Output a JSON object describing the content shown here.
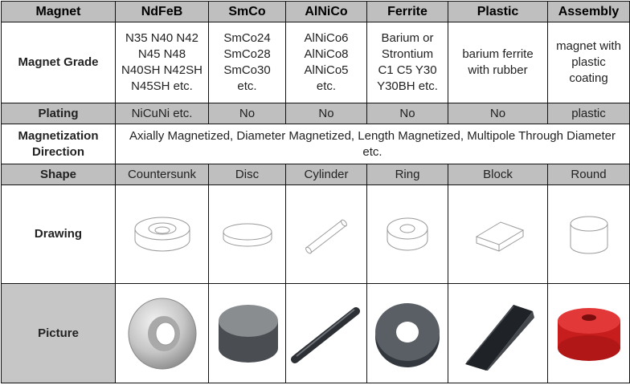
{
  "header": [
    "Magnet",
    "NdFeB",
    "SmCo",
    "AlNiCo",
    "Ferrite",
    "Plastic",
    "Assembly"
  ],
  "grade": {
    "label": "Magnet Grade",
    "cells": [
      [
        "N35 N40 N42",
        "N45 N48",
        "N40SH N42SH",
        "N45SH etc."
      ],
      [
        "SmCo24",
        "SmCo28",
        "SmCo30",
        "etc."
      ],
      [
        "AlNiCo6",
        "AlNiCo8",
        "AlNiCo5",
        "etc."
      ],
      [
        "Barium or",
        "Strontium",
        "C1 C5 Y30",
        "Y30BH etc."
      ],
      [
        "barium ferrite",
        "with rubber"
      ],
      [
        "magnet with",
        "plastic",
        "coating"
      ]
    ]
  },
  "plating": {
    "label": "Plating",
    "values": [
      "NiCuNi etc.",
      "No",
      "No",
      "No",
      "No",
      "plastic"
    ]
  },
  "magnetization": {
    "label_line1": "Magnetization",
    "label_line2": "Direction",
    "text": "Axially Magnetized, Diameter Magnetized, Length Magnetized, Multipole Through Diameter etc."
  },
  "shape": {
    "label": "Shape",
    "values": [
      "Countersunk",
      "Disc",
      "Cylinder",
      "Ring",
      "Block",
      "Round"
    ]
  },
  "drawing": {
    "label": "Drawing",
    "icons": [
      "countersunk-ring-drawing-icon",
      "disc-drawing-icon",
      "cylinder-rod-drawing-icon",
      "ring-drawing-icon",
      "block-drawing-icon",
      "round-pot-drawing-icon"
    ]
  },
  "picture": {
    "label": "Picture",
    "icons": [
      "countersunk-magnet-photo-icon",
      "disc-magnet-photo-icon",
      "rod-magnet-photo-icon",
      "ring-magnet-photo-icon",
      "block-magnet-photo-icon",
      "pot-magnet-photo-icon"
    ]
  },
  "colors": {
    "header_gray": "#bfbfbf",
    "border": "#111111",
    "nickel": "#c9c9c9",
    "ferrite": "#3a3f45",
    "red": "#d62020"
  }
}
